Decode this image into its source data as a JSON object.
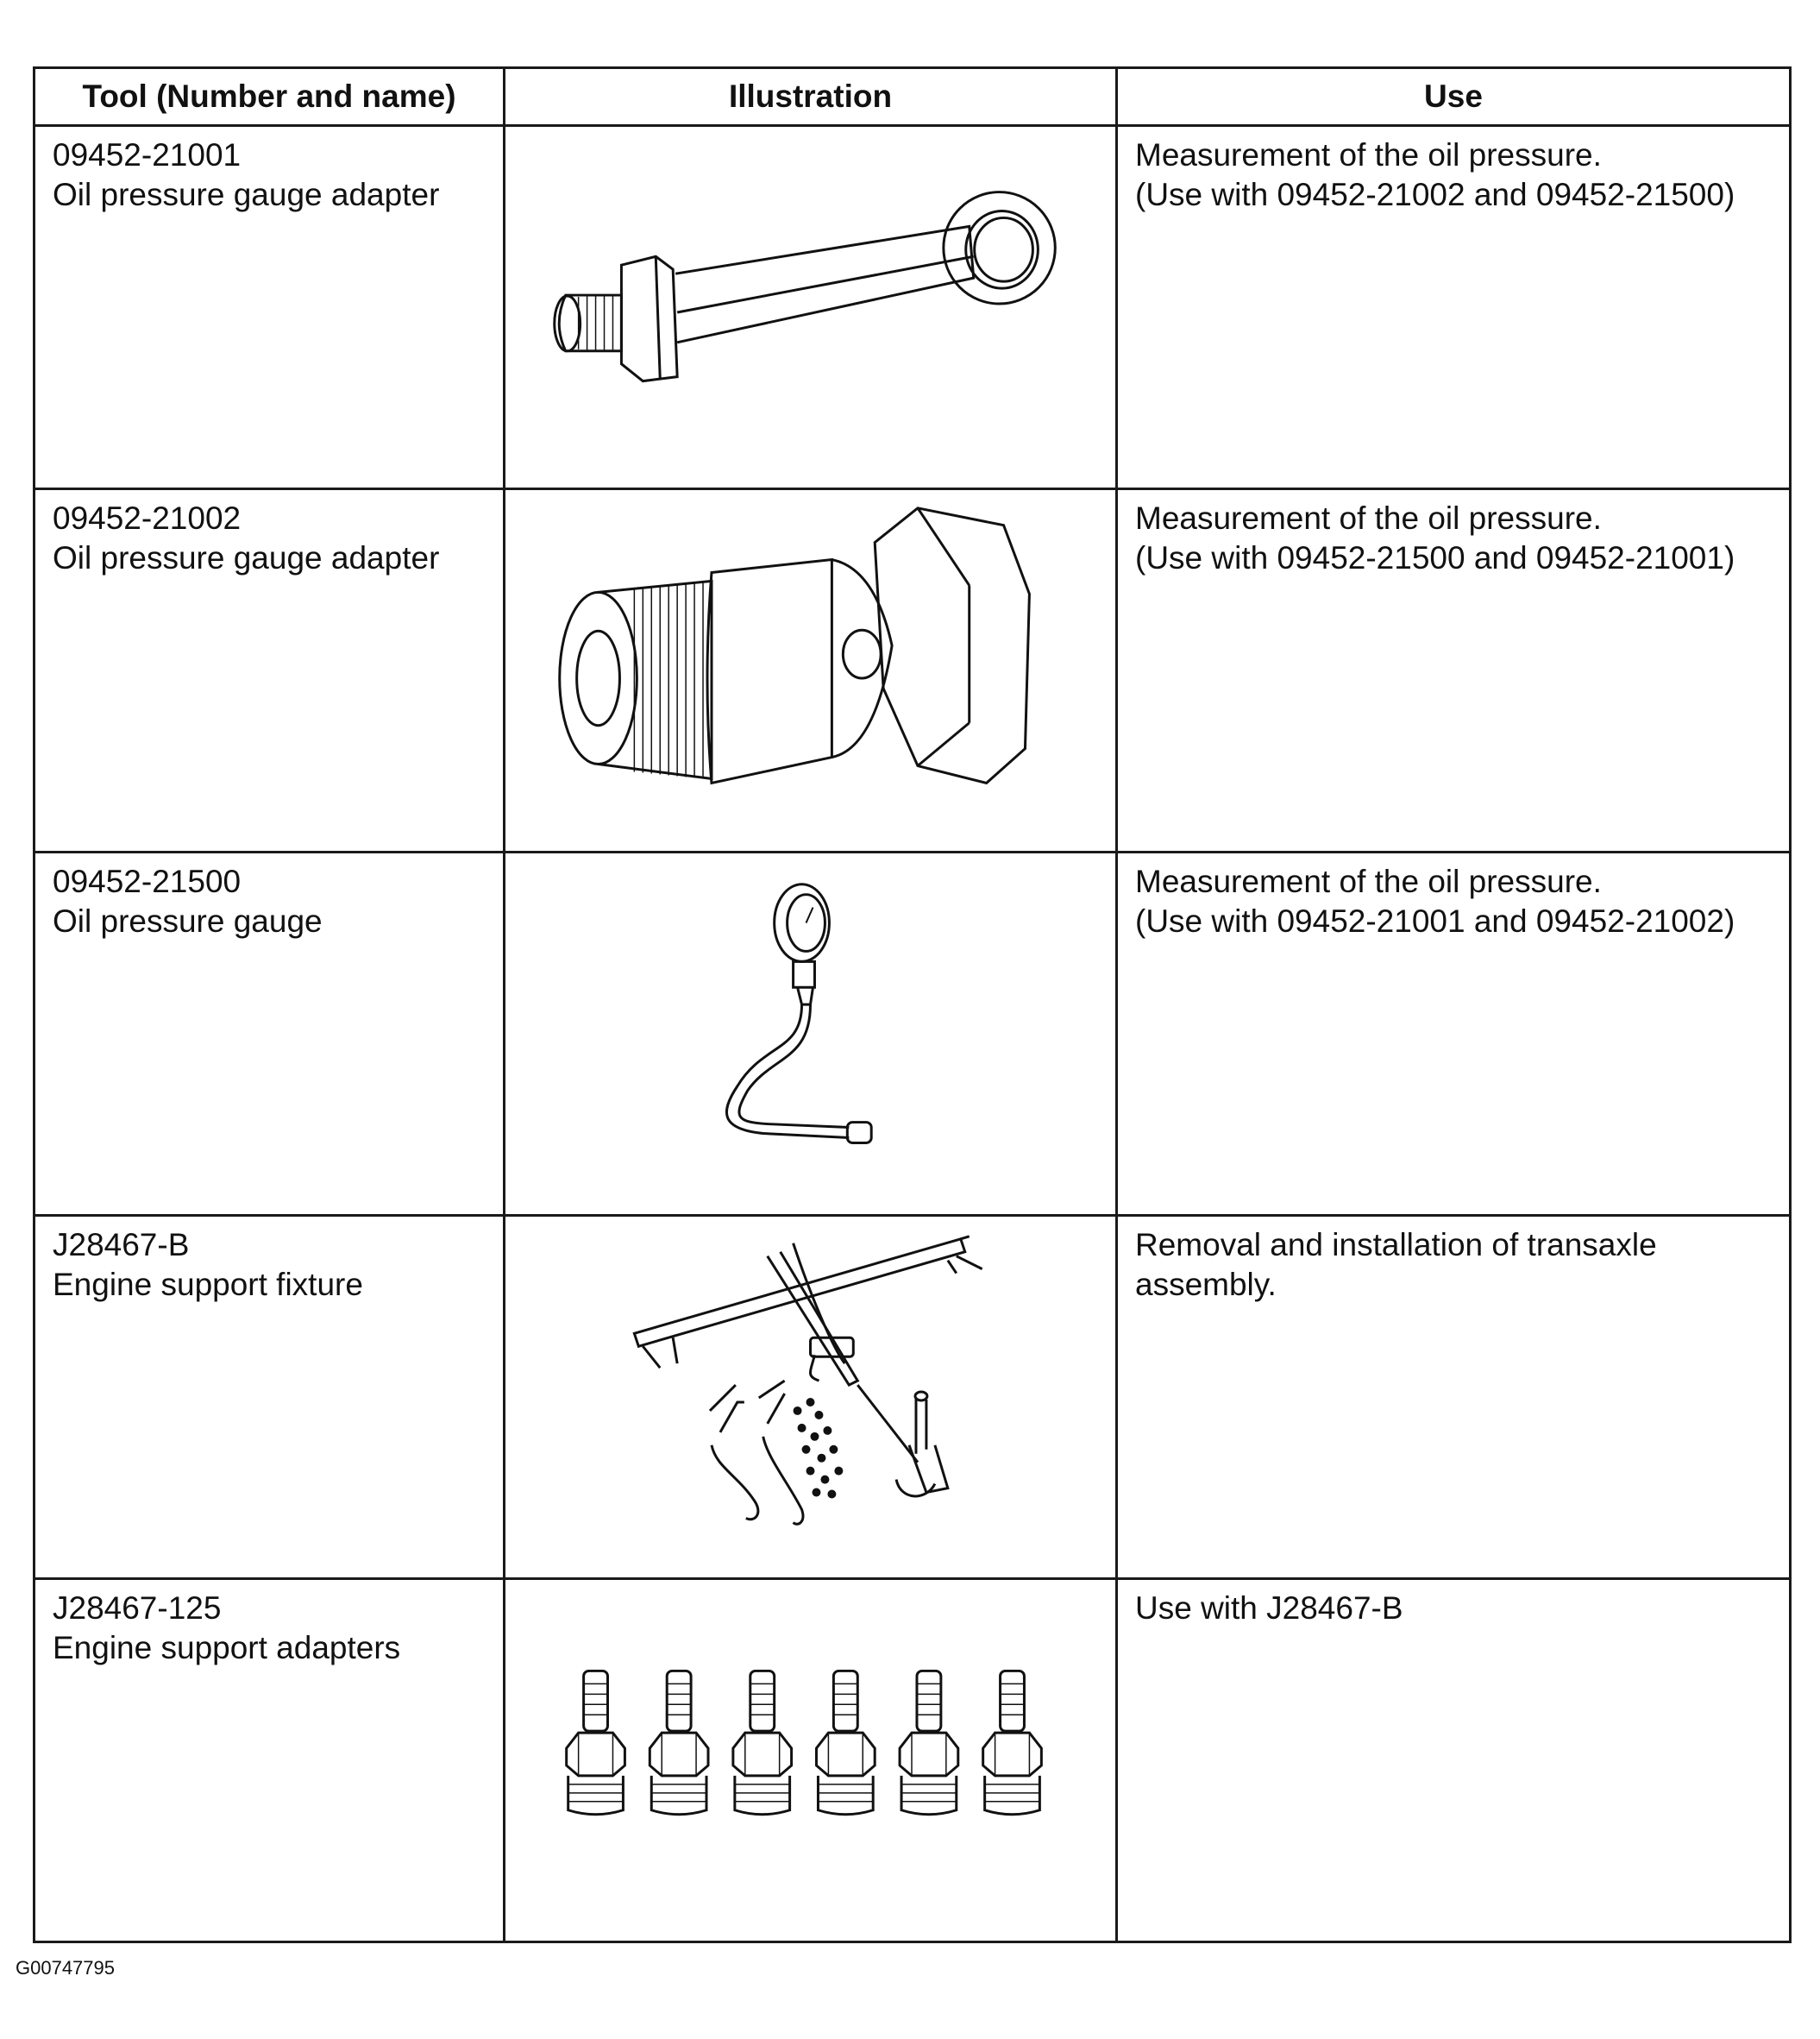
{
  "table": {
    "headers": {
      "tool": "Tool (Number and name)",
      "illustration": "Illustration",
      "use": "Use"
    },
    "rows": [
      {
        "number": "09452-21001",
        "name": "Oil pressure gauge adapter",
        "illustration_icon": "banjo-bolt-adapter-illustration",
        "use": [
          "Measurement of the oil pressure.",
          "(Use with 09452-21002 and 09452-21500)"
        ]
      },
      {
        "number": "09452-21002",
        "name": "Oil pressure gauge adapter",
        "illustration_icon": "threaded-hex-adapter-illustration",
        "use": [
          "Measurement of the oil pressure.",
          "(Use with 09452-21500 and 09452-21001)"
        ]
      },
      {
        "number": "09452-21500",
        "name": "Oil pressure gauge",
        "illustration_icon": "oil-pressure-gauge-illustration",
        "use": [
          "Measurement of the oil pressure.",
          "(Use with 09452-21001 and 09452-21002)"
        ]
      },
      {
        "number": "J28467-B",
        "name": "Engine support fixture",
        "illustration_icon": "engine-support-fixture-illustration",
        "use": [
          "Removal and installation of transaxle",
          "assembly."
        ]
      },
      {
        "number": "J28467-125",
        "name": "Engine support adapters",
        "illustration_icon": "engine-support-adapters-illustration",
        "use": [
          "Use with J28467-B"
        ]
      }
    ]
  },
  "figure_code": "G00747795"
}
